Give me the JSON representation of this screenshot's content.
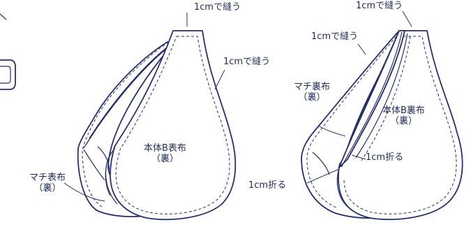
{
  "left_figure": {
    "sew_top": "1cmで縫う",
    "sew_side": "1cmで縫う",
    "body_label_line1": "本体B表布",
    "body_label_line2": "（裏）",
    "gusset_label_line1": "マチ表布",
    "gusset_label_line2": "（裏）"
  },
  "right_figure": {
    "sew_top": "1cmで縫う",
    "sew_side": "1cmで縫う",
    "gusset_label_line1": "マチ裏布",
    "gusset_label_line2": "（裏）",
    "body_label_line1": "本体B裏布",
    "body_label_line2": "（裏）",
    "fold_label_1": "1cm折る",
    "fold_label_2": "1cm折る"
  },
  "colors": {
    "line": "#27306a",
    "text": "#1f2a55",
    "background": "#ffffff"
  }
}
